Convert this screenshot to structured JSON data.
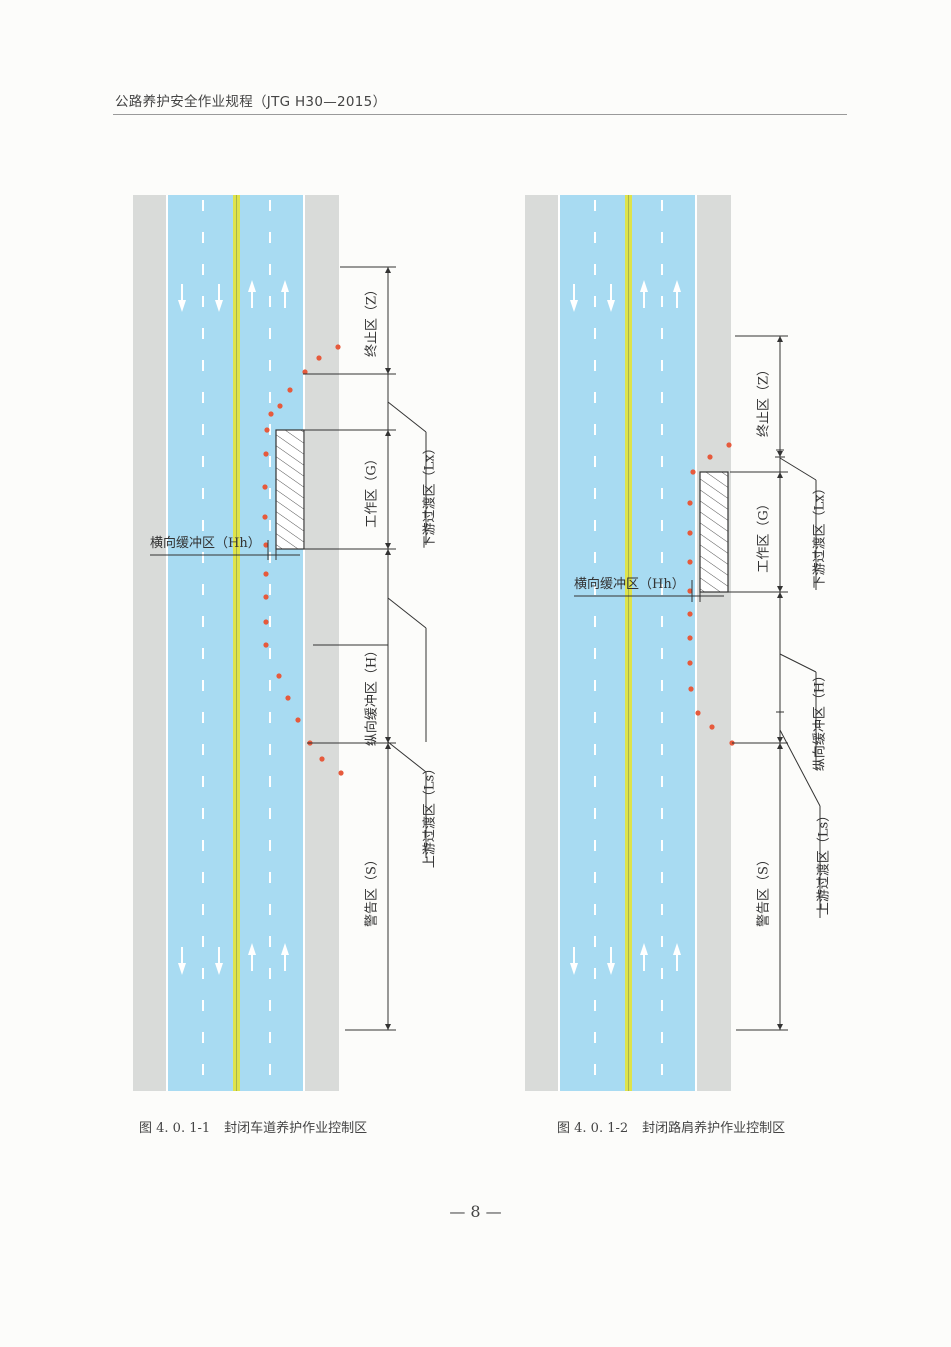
{
  "header": {
    "title": "公路养护安全作业规程（JTG H30—2015）"
  },
  "colors": {
    "lane": "#a8dbf2",
    "shoulder": "#d9dbd9",
    "center_line": "#dfe34a",
    "cone": "#e65a3c",
    "work_hatch": "#555555"
  },
  "figures": [
    {
      "caption_number": "图 4. 0. 1-1",
      "caption_text": "封闭车道养护作业控制区",
      "labels": {
        "termination": "终止区（Z）",
        "downstream": "下游过渡区（Lx）",
        "work": "工作区（G）",
        "lateral_buffer": "横向缓冲区（Hh）",
        "longitudinal_buffer": "纵向缓冲区（H）",
        "upstream": "上游过渡区（Ls）",
        "warning": "警告区（S）"
      }
    },
    {
      "caption_number": "图 4. 0. 1-2",
      "caption_text": "封闭路肩养护作业控制区",
      "labels": {
        "termination": "终止区（Z）",
        "downstream": "下游过渡区（Lx）",
        "work": "工作区（G）",
        "lateral_buffer": "横向缓冲区（Hh）",
        "longitudinal_buffer": "纵向缓冲区（H）",
        "upstream": "上游过渡区（Ls）",
        "warning": "警告区（S）"
      }
    }
  ],
  "page_number": "— 8 —"
}
